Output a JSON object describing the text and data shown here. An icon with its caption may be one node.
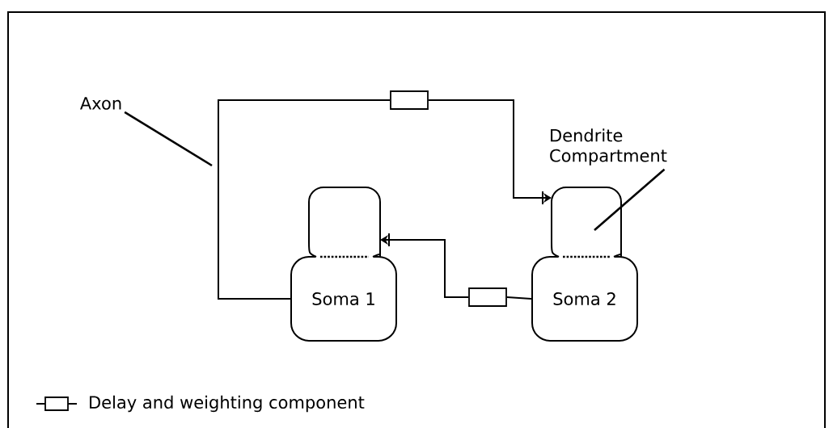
{
  "diagram": {
    "nodes": [
      {
        "text": [
          "Axon"
        ]
      },
      {
        "text": [],
        "shape": "box"
      },
      {
        "text": [
          "Dendrite Compartment"
        ]
      },
      {
        "text": [],
        "shape": "box"
      },
      {
        "text": [],
        "shape": "box"
      },
      {
        "text": [
          "Soma 1"
        ]
      },
      {
        "text": [],
        "shape": "box"
      },
      {
        "text": [
          "Soma 2"
        ]
      }
    ],
    "edges": [
      {
        "from": 5,
        "to": 1,
        "arrow": "none"
      },
      {
        "from": 1,
        "to": 4,
        "arrow": "to"
      },
      {
        "from": 7,
        "to": 6,
        "arrow": "none"
      },
      {
        "from": 6,
        "to": 3,
        "arrow": "to"
      },
      {
        "from": 0,
        "to": null,
        "arrow": "none"
      },
      {
        "from": 2,
        "to": 4,
        "arrow": "none"
      }
    ],
    "legend": [
      {
        "text": "Delay and weighting component"
      }
    ]
  }
}
